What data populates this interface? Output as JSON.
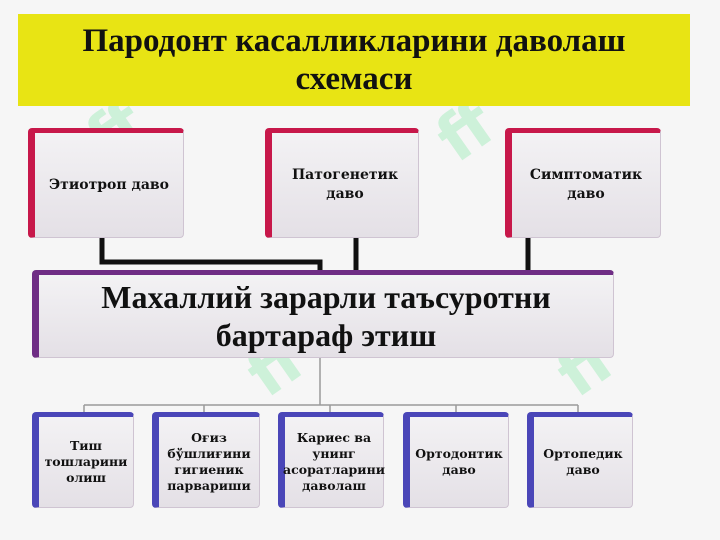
{
  "title": "Пародонт касалликларини даволаш схемаси",
  "top_boxes": [
    {
      "label": "Этиотроп даво"
    },
    {
      "label": "Патогенетик даво"
    },
    {
      "label": "Симптоматик даво"
    }
  ],
  "main_box": {
    "label": "Махаллий зарарли таъсуротни бартараф этиш"
  },
  "bottom_boxes": [
    {
      "label": "Тиш тошларини олиш"
    },
    {
      "label": "Оғиз бўшлиғини гигиеник парвариши"
    },
    {
      "label": "Кариес ва унинг асоратларини даволаш"
    },
    {
      "label": "Ортодонтик даво"
    },
    {
      "label": "Ортопедик даво"
    }
  ],
  "colors": {
    "title_band": "#e8e414",
    "top_accent": "#c7184a",
    "main_accent": "#6f2d85",
    "bottom_accent": "#4a46b8"
  }
}
